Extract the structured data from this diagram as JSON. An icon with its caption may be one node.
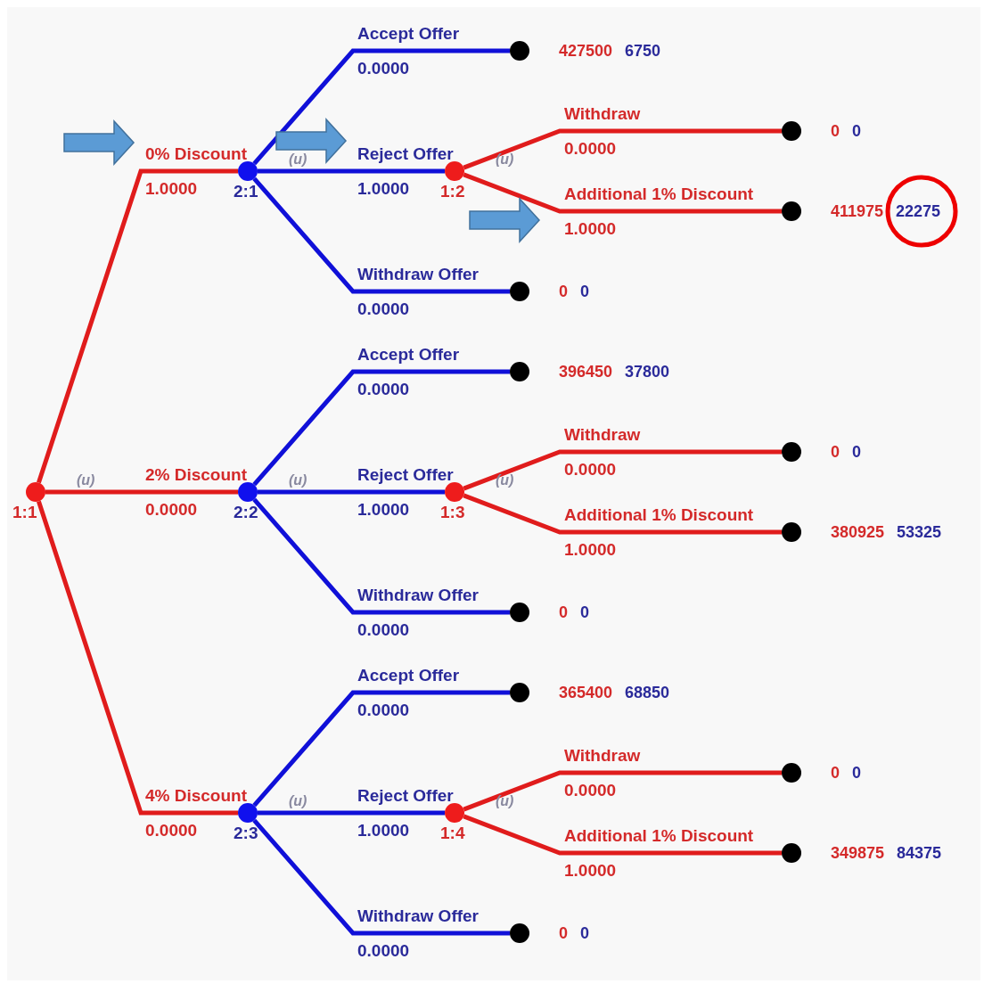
{
  "diagram": {
    "nodes": [
      {
        "text": [],
        "shape": "circle",
        "beside": [
          "1:1"
        ]
      },
      {
        "text": [],
        "shape": "circle",
        "beside": [
          "2:1"
        ]
      },
      {
        "text": [],
        "shape": "circle",
        "beside": [
          "427500",
          "6750"
        ]
      },
      {
        "text": [],
        "shape": "circle",
        "beside": [
          "1:2"
        ]
      },
      {
        "text": [],
        "shape": "circle",
        "beside": [
          "0",
          "0"
        ]
      },
      {
        "text": [],
        "shape": "circle",
        "beside": [
          "411975",
          "22275"
        ]
      },
      {
        "text": [],
        "shape": "circle",
        "beside": [
          "0",
          "0"
        ]
      },
      {
        "text": [],
        "shape": "circle",
        "beside": [
          "2:2"
        ]
      },
      {
        "text": [],
        "shape": "circle",
        "beside": [
          "396450",
          "37800"
        ]
      },
      {
        "text": [],
        "shape": "circle",
        "beside": [
          "1:3"
        ]
      },
      {
        "text": [],
        "shape": "circle",
        "beside": [
          "0",
          "0"
        ]
      },
      {
        "text": [],
        "shape": "circle",
        "beside": [
          "380925",
          "53325"
        ]
      },
      {
        "text": [],
        "shape": "circle",
        "beside": [
          "0",
          "0"
        ]
      },
      {
        "text": [],
        "shape": "circle",
        "beside": [
          "2:3"
        ]
      },
      {
        "text": [],
        "shape": "circle",
        "beside": [
          "365400",
          "68850"
        ]
      },
      {
        "text": [],
        "shape": "circle",
        "beside": [
          "1:4"
        ]
      },
      {
        "text": [],
        "shape": "circle",
        "beside": [
          "0",
          "0"
        ]
      },
      {
        "text": [],
        "shape": "circle",
        "beside": [
          "349875",
          "84375"
        ]
      },
      {
        "text": [],
        "shape": "circle",
        "beside": [
          "0",
          "0"
        ]
      }
    ],
    "edges": [
      {
        "from": 0,
        "to": 1,
        "arrow": "none",
        "label": "0% Discount",
        "color": "#e01c1c"
      },
      {
        "from": 1,
        "to": 2,
        "arrow": "none",
        "label": "Accept Offer",
        "color": "#1010d8"
      },
      {
        "from": 1,
        "to": 3,
        "arrow": "none",
        "label": "Reject Offer",
        "color": "#1010d8"
      },
      {
        "from": 3,
        "to": 4,
        "arrow": "none",
        "label": "Withdraw",
        "color": "#e01c1c"
      },
      {
        "from": 3,
        "to": 5,
        "arrow": "none",
        "label": "Additional 1% Discount",
        "color": "#e01c1c"
      },
      {
        "from": 1,
        "to": 6,
        "arrow": "none",
        "label": "Withdraw Offer",
        "color": "#1010d8"
      },
      {
        "from": 0,
        "to": 7,
        "arrow": "none",
        "label": "2% Discount",
        "color": "#e01c1c"
      },
      {
        "from": 7,
        "to": 8,
        "arrow": "none",
        "label": "Accept Offer",
        "color": "#1010d8"
      },
      {
        "from": 7,
        "to": 9,
        "arrow": "none",
        "label": "Reject Offer",
        "color": "#1010d8"
      },
      {
        "from": 9,
        "to": 10,
        "arrow": "none",
        "label": "Withdraw",
        "color": "#e01c1c"
      },
      {
        "from": 9,
        "to": 11,
        "arrow": "none",
        "label": "Additional 1% Discount",
        "color": "#e01c1c"
      },
      {
        "from": 7,
        "to": 12,
        "arrow": "none",
        "label": "Withdraw Offer",
        "color": "#1010d8"
      },
      {
        "from": 0,
        "to": 13,
        "arrow": "none",
        "label": "4% Discount",
        "color": "#e01c1c"
      },
      {
        "from": 13,
        "to": 14,
        "arrow": "none",
        "label": "Accept Offer",
        "color": "#1010d8"
      },
      {
        "from": 13,
        "to": 15,
        "arrow": "none",
        "label": "Reject Offer",
        "color": "#1010d8"
      },
      {
        "from": 15,
        "to": 16,
        "arrow": "none",
        "label": "Withdraw",
        "color": "#e01c1c"
      },
      {
        "from": 15,
        "to": 17,
        "arrow": "none",
        "label": "Additional 1% Discount",
        "color": "#e01c1c"
      },
      {
        "from": 13,
        "to": 18,
        "arrow": "none",
        "label": "Withdraw Offer",
        "color": "#1010d8"
      }
    ],
    "labels": [
      "1.0000",
      "0.0000",
      "1.0000",
      "0.0000",
      "1.0000",
      "0.0000",
      "0.0000",
      "0.0000",
      "1.0000",
      "0.0000",
      "1.0000",
      "0.0000",
      "0.0000",
      "0.0000",
      "1.0000",
      "0.0000",
      "1.0000",
      "0.0000",
      "(u)",
      "(u)",
      "(u)",
      "(u)",
      "(u)",
      "(u)",
      "(u)"
    ]
  }
}
